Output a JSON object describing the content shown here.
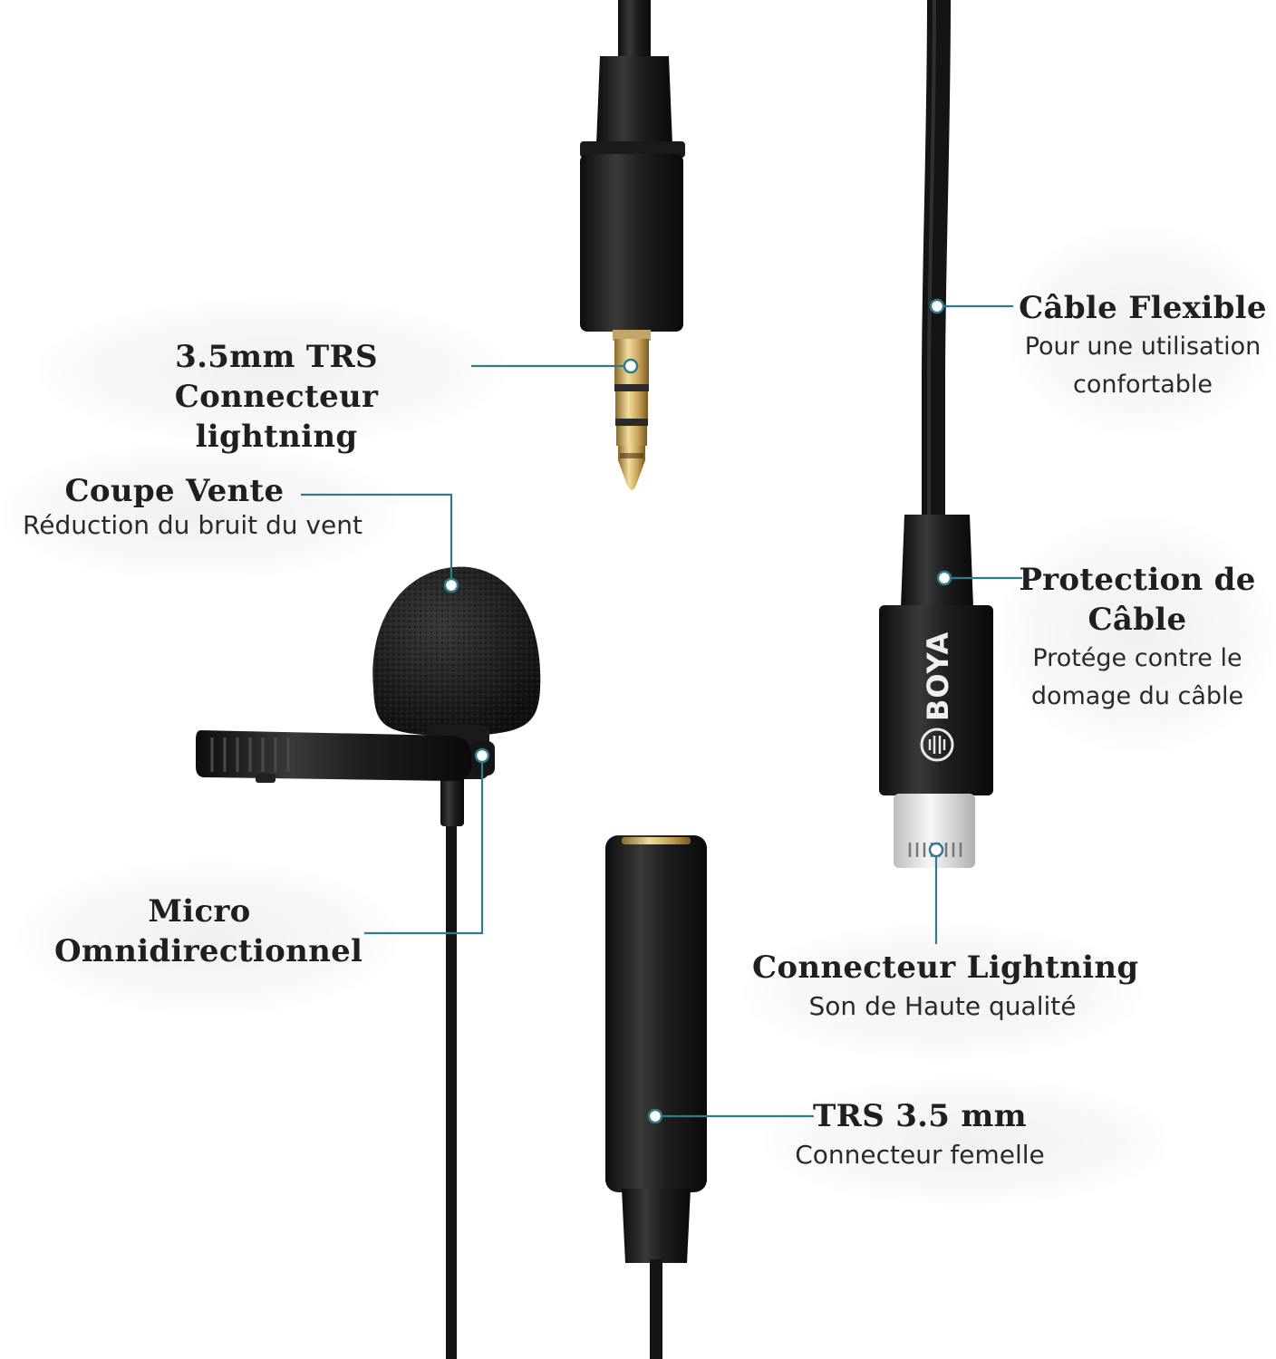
{
  "brand": "BOYA",
  "colors": {
    "callout_line": "#2f7a8c",
    "product_black": "#1b1b1b",
    "gold": "#c9a55a",
    "background": "#ffffff"
  },
  "callouts": {
    "trs_plug": {
      "title": "3.5mm TRS Connecteur lightning"
    },
    "windscreen": {
      "title": "Coupe Vente",
      "subtitle": "Réduction du bruit du vent"
    },
    "omni_mic": {
      "title": "Micro Omnidirectionnel"
    },
    "flexible_cable": {
      "title": "Câble Flexible",
      "subtitle": "Pour une utilisation confortable"
    },
    "cable_protection": {
      "title": "Protection de Câble",
      "subtitle": "Protége contre le domage du câble"
    },
    "lightning_connector": {
      "title": "Connecteur Lightning",
      "subtitle": "Son de Haute qualité"
    },
    "trs_female": {
      "title": "TRS 3.5 mm",
      "subtitle": "Connecteur femelle"
    }
  }
}
